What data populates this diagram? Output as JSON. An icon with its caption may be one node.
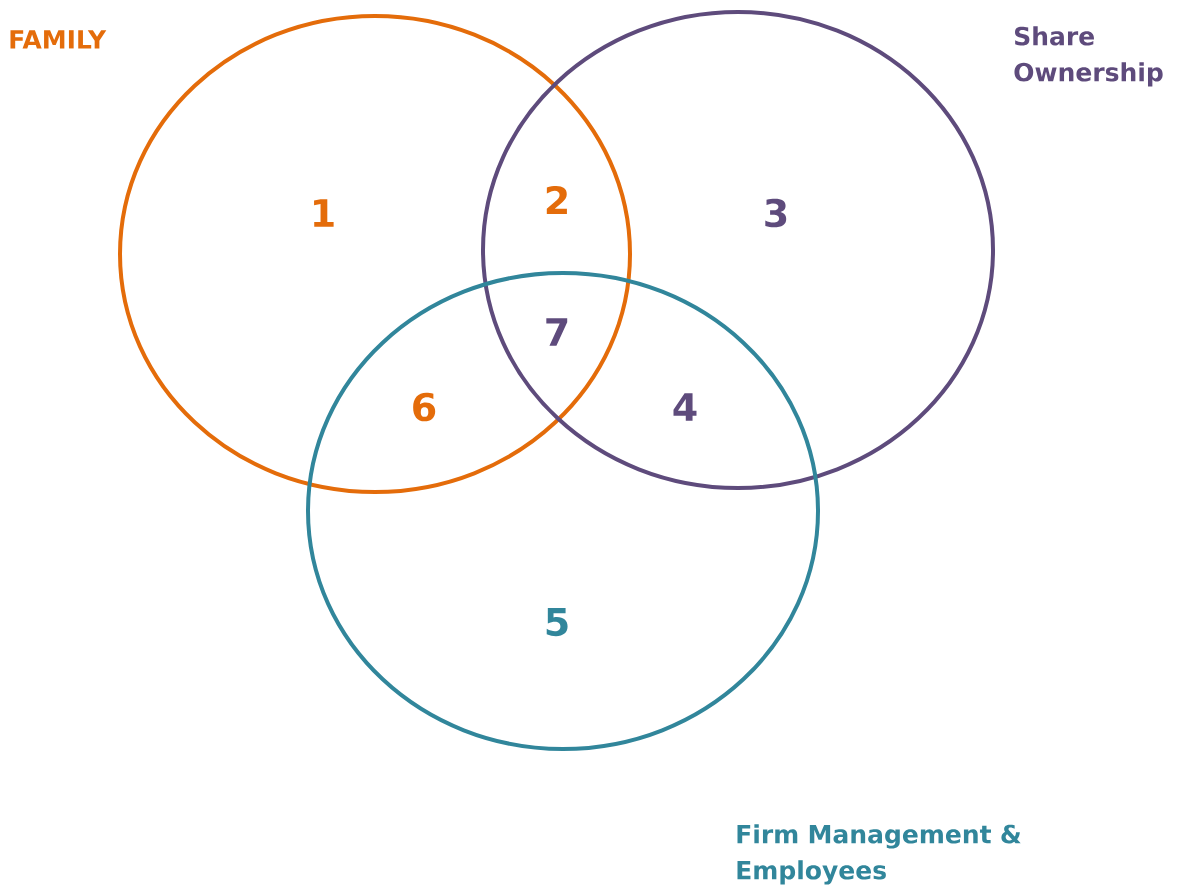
{
  "diagram": {
    "nodes": [
      {
        "text": [
          "FAMILY"
        ]
      },
      {
        "text": [
          "Share Ownership"
        ]
      },
      {
        "text": [
          "Firm Management & Employees"
        ]
      }
    ],
    "labels": [
      "1",
      "2",
      "3",
      "7",
      "6",
      "4",
      "5"
    ]
  }
}
